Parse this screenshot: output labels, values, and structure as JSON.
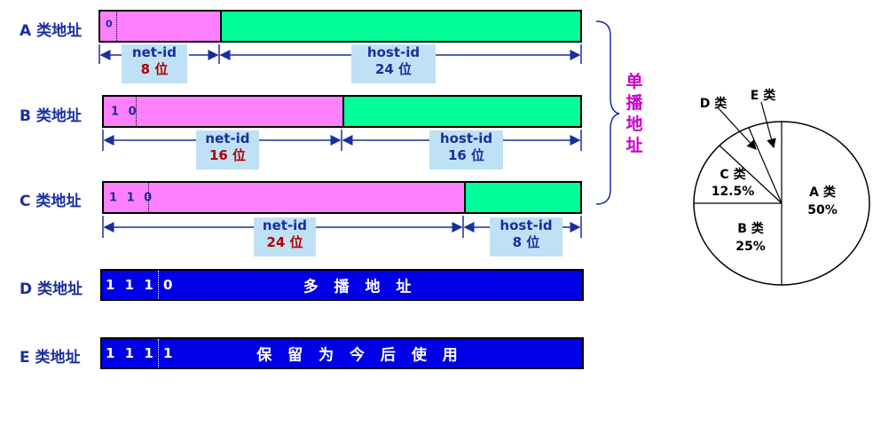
{
  "classes": [
    {
      "label": "A 类地址",
      "bits": "0",
      "net": {
        "name": "net-id",
        "size": "8 位"
      },
      "host": {
        "name": "host-id",
        "size": "24 位"
      }
    },
    {
      "label": "B 类地址",
      "bits": "1 0",
      "net": {
        "name": "net-id",
        "size": "16 位"
      },
      "host": {
        "name": "host-id",
        "size": "16 位"
      }
    },
    {
      "label": "C 类地址",
      "bits": "1 1 0",
      "net": {
        "name": "net-id",
        "size": "24 位"
      },
      "host": {
        "name": "host-id",
        "size": "8 位"
      }
    },
    {
      "label": "D 类地址",
      "bits": "1 1 1 0",
      "text": "多 播 地 址"
    },
    {
      "label": "E 类地址",
      "bits": "1 1 1 1",
      "text": "保 留 为 今 后 使 用"
    }
  ],
  "unicast": [
    "单",
    "播",
    "地",
    "址"
  ],
  "pie": {
    "slices": [
      {
        "label": "A 类",
        "pct": "50%",
        "value": 50
      },
      {
        "label": "B 类",
        "pct": "25%",
        "value": 25
      },
      {
        "label": "C 类",
        "pct": "12.5%",
        "value": 12.5
      },
      {
        "label": "D 类",
        "value": 6.25
      },
      {
        "label": "E 类",
        "value": 6.25
      }
    ]
  },
  "colors": {
    "net_field": "#ff80ff",
    "host_field": "#00ff99",
    "special_field": "#0000e6",
    "row_label": "#1a2ea0",
    "unicast_text": "#cc00cc",
    "dim_label_bg": "#bfe1f5"
  }
}
